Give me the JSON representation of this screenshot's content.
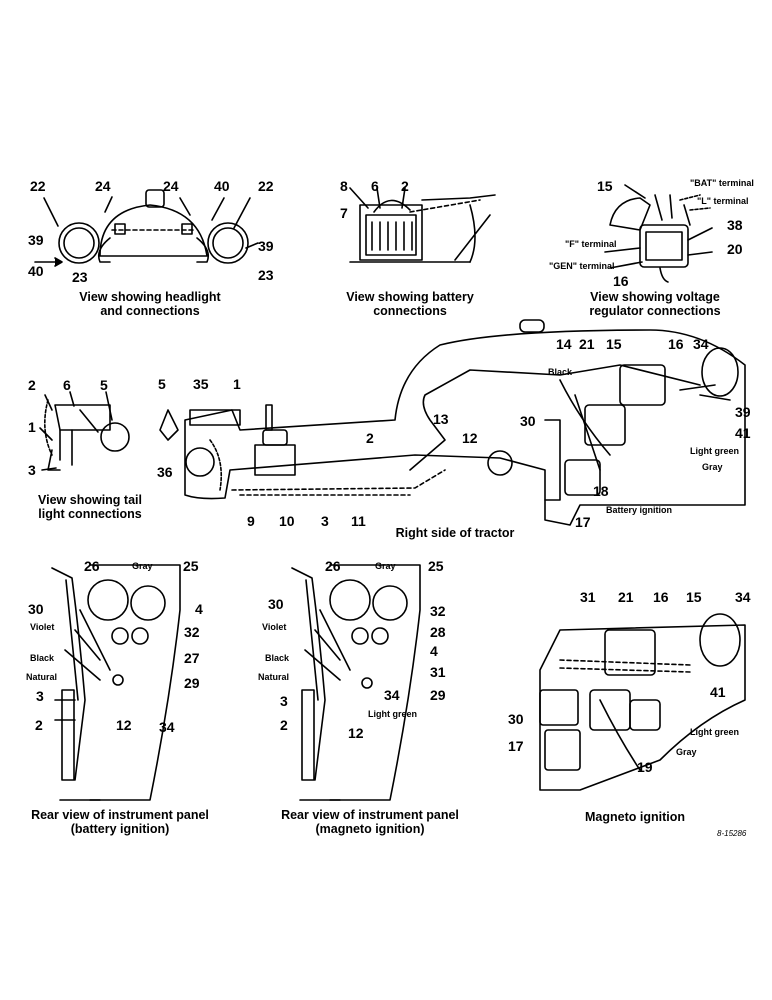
{
  "captions": {
    "headlight": [
      "View showing headlight",
      "and connections"
    ],
    "battery": [
      "View showing battery",
      "connections"
    ],
    "regulator": [
      "View showing voltage",
      "regulator connections"
    ],
    "taillight": [
      "View showing tail",
      "light connections"
    ],
    "right_side": [
      "Right side of tractor"
    ],
    "panel_battery": [
      "Rear view of instrument panel",
      "(battery ignition)"
    ],
    "panel_magneto": [
      "Rear view of instrument panel",
      "(magneto ignition)"
    ],
    "magneto": [
      "Magneto ignition"
    ]
  },
  "wire_labels": {
    "bat_terminal": "\"BAT\" terminal",
    "l_terminal": "\"L\" terminal",
    "f_terminal": "\"F\" terminal",
    "gen_terminal": "\"GEN\" terminal",
    "black": "Black",
    "light_green": "Light green",
    "gray": "Gray",
    "battery_ignition": "Battery ignition",
    "violet": "Violet",
    "natural": "Natural"
  },
  "figure_code": "8-15286",
  "callouts": {
    "headlight": [
      "22",
      "24",
      "24",
      "40",
      "22",
      "39",
      "39",
      "40",
      "23",
      "23"
    ],
    "battery": [
      "8",
      "6",
      "2",
      "7"
    ],
    "regulator": [
      "15",
      "38",
      "20",
      "16"
    ],
    "taillight": [
      "2",
      "6",
      "5",
      "1",
      "3"
    ],
    "right_side": [
      "5",
      "35",
      "1",
      "36",
      "2",
      "9",
      "10",
      "3",
      "11",
      "12",
      "13",
      "14",
      "21",
      "15",
      "16",
      "34",
      "39",
      "41",
      "30",
      "18",
      "17"
    ],
    "panel_battery": [
      "26",
      "25",
      "30",
      "4",
      "32",
      "27",
      "29",
      "3",
      "2",
      "12",
      "34"
    ],
    "panel_magneto": [
      "26",
      "25",
      "30",
      "32",
      "28",
      "4",
      "31",
      "29",
      "34",
      "3",
      "2",
      "12"
    ],
    "magneto": [
      "31",
      "21",
      "16",
      "15",
      "34",
      "41",
      "30",
      "17",
      "19"
    ]
  }
}
